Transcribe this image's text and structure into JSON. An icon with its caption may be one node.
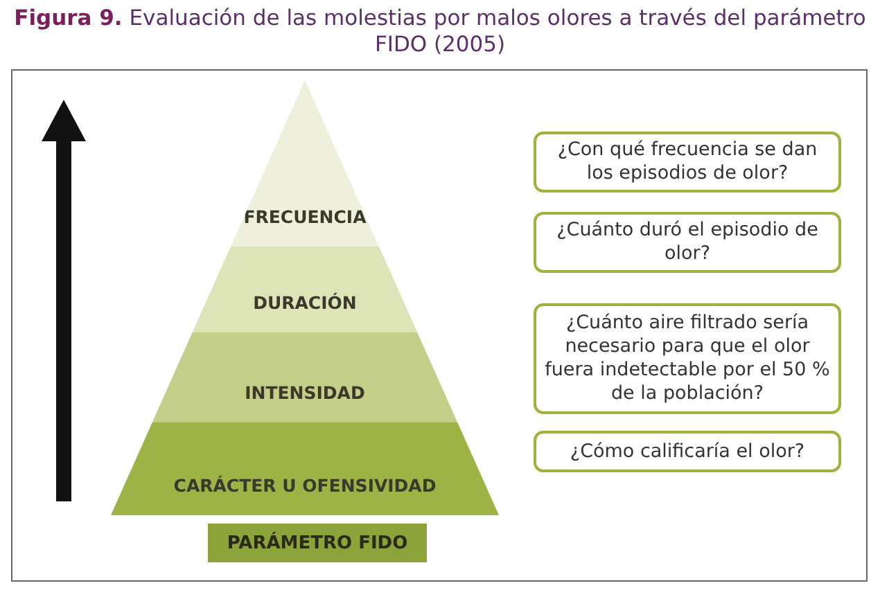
{
  "diagram": {
    "title": "**Figura 9.** Evaluación de las molestias por malos olores a través del parámetro FIDO (2005)",
    "nodes": [
      {
        "text": [
          "FRECUENCIA"
        ]
      },
      {
        "text": [
          "DURACIÓN"
        ]
      },
      {
        "text": [
          "INTENSIDAD"
        ]
      },
      {
        "text": [
          "CARÁCTER U OFENSIVIDAD"
        ]
      },
      {
        "text": [
          "¿Con qué frecuencia se dan los episodios de olor?"
        ]
      },
      {
        "text": [
          "¿Cuánto duró el episodio de olor?"
        ]
      },
      {
        "text": [
          "¿Cuánto aire filtrado sería necesario para que el olor fuera indetectable por el 50 % de la población?"
        ]
      },
      {
        "text": [
          "¿Cómo calificaría el olor?"
        ]
      },
      {
        "text": [
          "PARÁMETRO FIDO"
        ]
      }
    ]
  }
}
